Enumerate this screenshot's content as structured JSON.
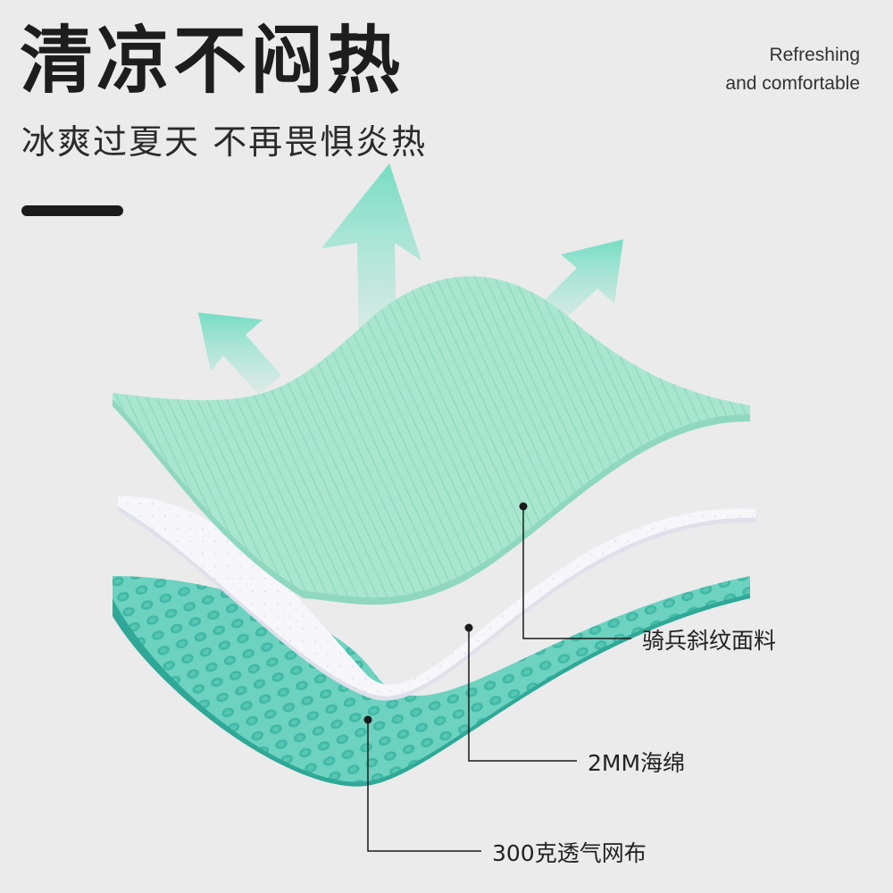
{
  "header": {
    "title": "清凉不闷热",
    "subtitle": "冰爽过夏天 不再畏惧炎热",
    "english_line1": "Refreshing",
    "english_line2": "and comfortable"
  },
  "layers": [
    {
      "label": "骑兵斜纹面料",
      "color": "#a8e6d0"
    },
    {
      "label": "2MM海绵",
      "color": "#f6f6fb"
    },
    {
      "label": "300克透气网布",
      "color": "#6dd2c0"
    }
  ],
  "icons": [
    "arrow-up-icon",
    "arrow-up-icon",
    "arrow-up-icon"
  ]
}
